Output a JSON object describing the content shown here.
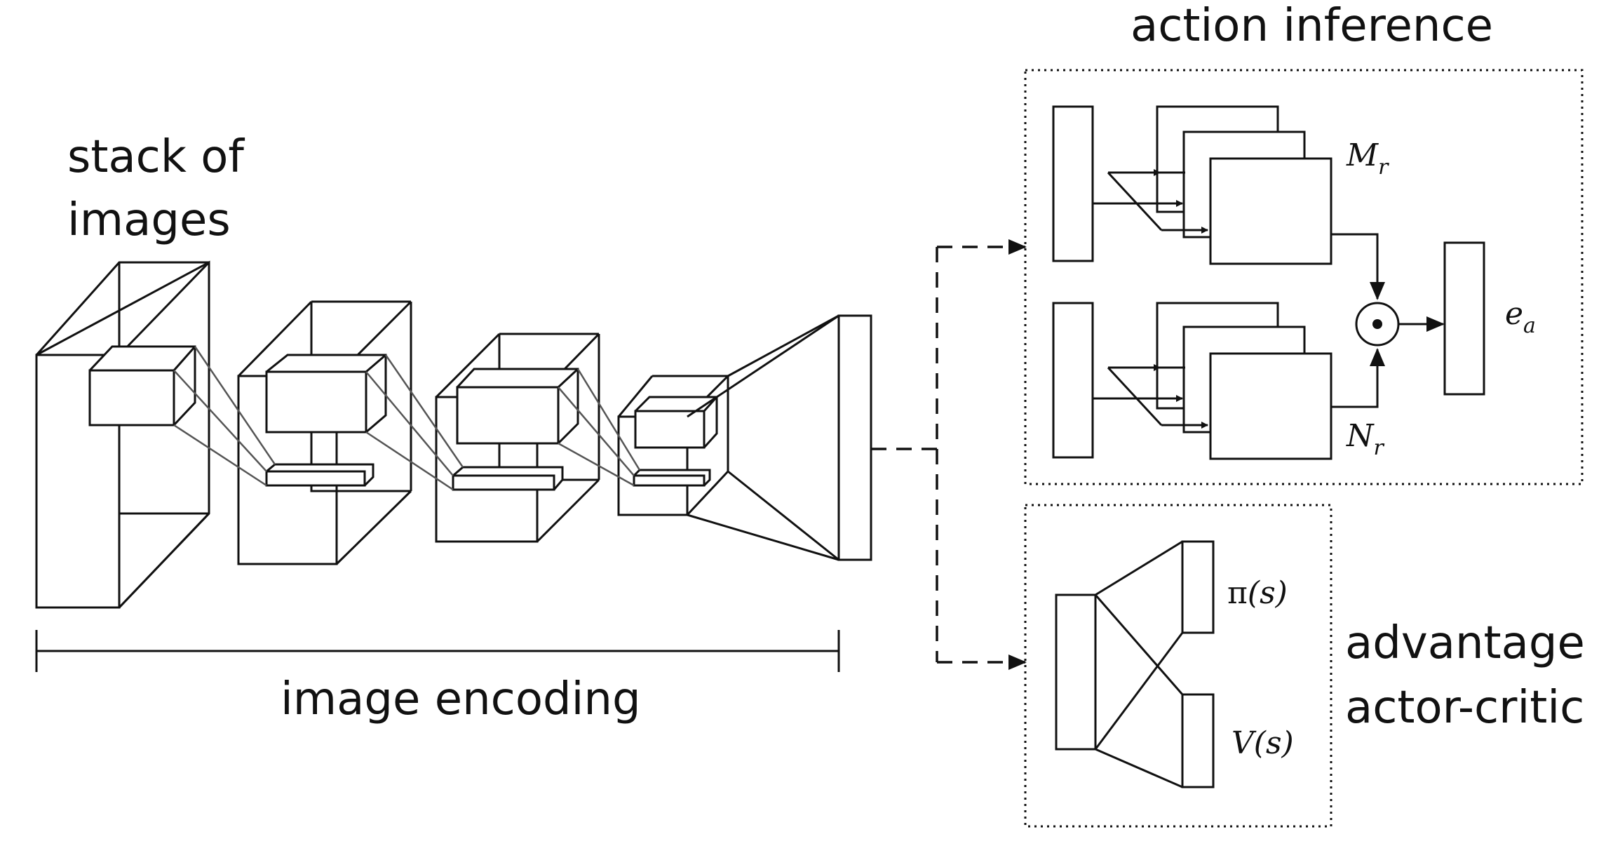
{
  "labels": {
    "stack_of_images_line1": "stack of",
    "stack_of_images_line2": "images",
    "image_encoding": "image encoding",
    "action_inference": "action inference",
    "advantage_line1": "advantage",
    "advantage_line2": "actor-critic"
  },
  "math": {
    "m_base": "M",
    "m_sub": "r",
    "n_base": "N",
    "n_sub": "r",
    "e_base": "e",
    "e_sub": "a",
    "pi_symbol": "π",
    "pi_arg": "(s)",
    "v_symbol": "V",
    "v_arg": "(s)"
  }
}
